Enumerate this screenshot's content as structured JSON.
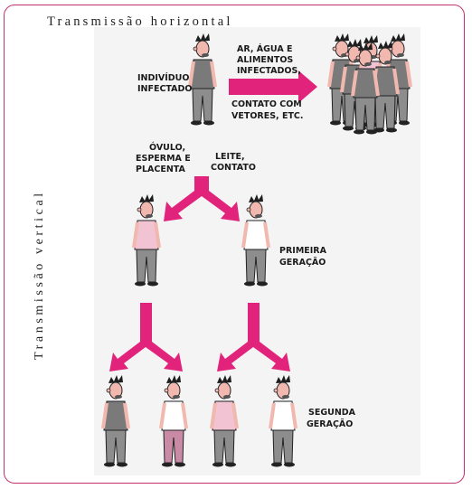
{
  "titles": {
    "horizontal": "Transmissão horizontal",
    "vertical": "Transmissão vertical"
  },
  "labels": {
    "infected_individual": [
      "INDIVÍDUO",
      "INFECTADO"
    ],
    "air_water_food": [
      "AR, ÁGUA E",
      "ALIMENTOS",
      "INFECTADOS,"
    ],
    "vector_contact": [
      "CONTATO COM",
      "VETORES, ETC."
    ],
    "ovule_sperm_placenta": [
      "ÓVULO,",
      "ESPERMA E",
      "PLACENTA"
    ],
    "milk_contact": [
      "LEITE,",
      "CONTATO"
    ],
    "first_generation": [
      "PRIMEIRA",
      "GERAÇÃO"
    ],
    "second_generation": [
      "SEGUNDA",
      "GERAÇÃO"
    ]
  },
  "colors": {
    "frame": "#c2336f",
    "arrow": "#e2237b",
    "skin": "#f1b8b0",
    "gray_shirt": "#7a7a7a",
    "pink_shirt": "#f2c3d3",
    "pants": "#8d8d8d"
  }
}
